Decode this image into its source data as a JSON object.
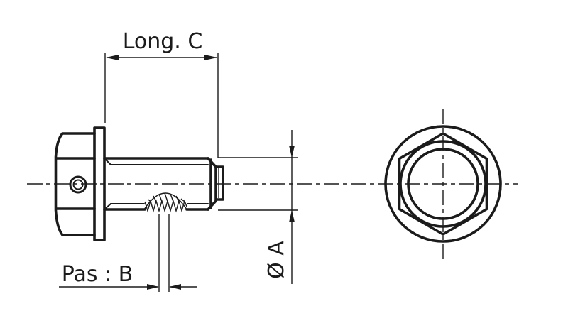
{
  "drawing": {
    "background_color": "#ffffff",
    "line_color": "#1b1b1b",
    "labels": {
      "length": "Long. C",
      "pitch": "Pas : B",
      "diameter": "Ø A"
    }
  }
}
